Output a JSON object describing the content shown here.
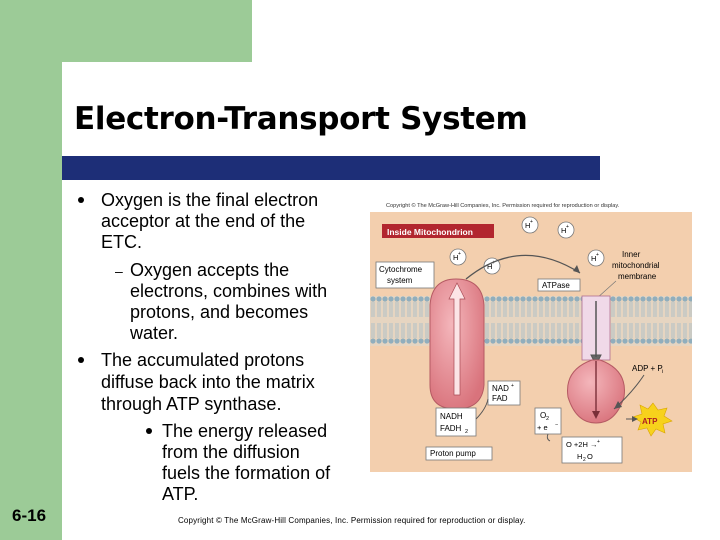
{
  "slide": {
    "title": "Electron-Transport System",
    "number": "6-16",
    "footer": "Copyright © The McGraw-Hill Companies, Inc. Permission required for reproduction or display."
  },
  "bullets": {
    "b1": [
      "Oxygen is the final electron",
      "acceptor at the end of the",
      "ETC."
    ],
    "b1_sub": [
      "Oxygen accepts the",
      "electrons, combines with",
      "protons, and becomes",
      "water."
    ],
    "b2": [
      "The accumulated protons",
      "diffuse back into the matrix",
      "through ATP synthase."
    ],
    "b2_sub": [
      "The energy released",
      "from the diffusion",
      "fuels the formation of",
      "ATP."
    ]
  },
  "figure": {
    "copyright": "Copyright © The McGraw-Hill Companies, Inc.  Permission required for reproduction or display.",
    "inside_label": "Inside Mitochondrion",
    "cytochrome_line1": "Cytochrome",
    "cytochrome_line2": "system",
    "atpase_label": "ATPase",
    "membrane_line1": "Inner",
    "membrane_line2": "mitochondrial",
    "membrane_line3": "membrane",
    "h_plus": "H",
    "plus": "+",
    "adp_label": "ADP + P",
    "adp_sub": "i",
    "nad_label": "NAD",
    "fad_label": "FAD",
    "nadh_label": "NADH",
    "fadh2_label": "FADH",
    "two": "2",
    "o2_label": "O",
    "electrons_label": "+ e",
    "minus": "−",
    "water_eq": "O   +2H   →",
    "water_label": "H",
    "water_o": "O",
    "proton_pump": "Proton pump",
    "atp_label": "ATP"
  },
  "colors": {
    "green": "#9ccb97",
    "title_bar": "#1d2e77",
    "figure_bg": "#f3cfae",
    "red_label": "#c01818",
    "membrane_teal": "#cfe0e6"
  }
}
